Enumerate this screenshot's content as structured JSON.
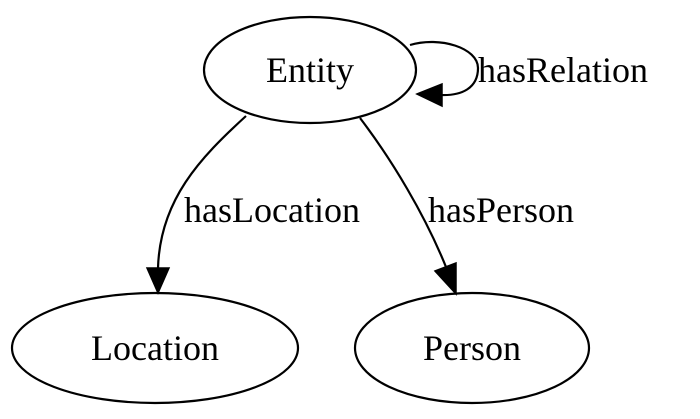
{
  "graph": {
    "nodes": [
      {
        "id": "entity",
        "label": "Entity"
      },
      {
        "id": "location",
        "label": "Location"
      },
      {
        "id": "person",
        "label": "Person"
      }
    ],
    "edges": [
      {
        "id": "has-relation",
        "from": "entity",
        "to": "entity",
        "label": "hasRelation"
      },
      {
        "id": "has-location",
        "from": "entity",
        "to": "location",
        "label": "hasLocation"
      },
      {
        "id": "has-person",
        "from": "entity",
        "to": "person",
        "label": "hasPerson"
      }
    ]
  }
}
